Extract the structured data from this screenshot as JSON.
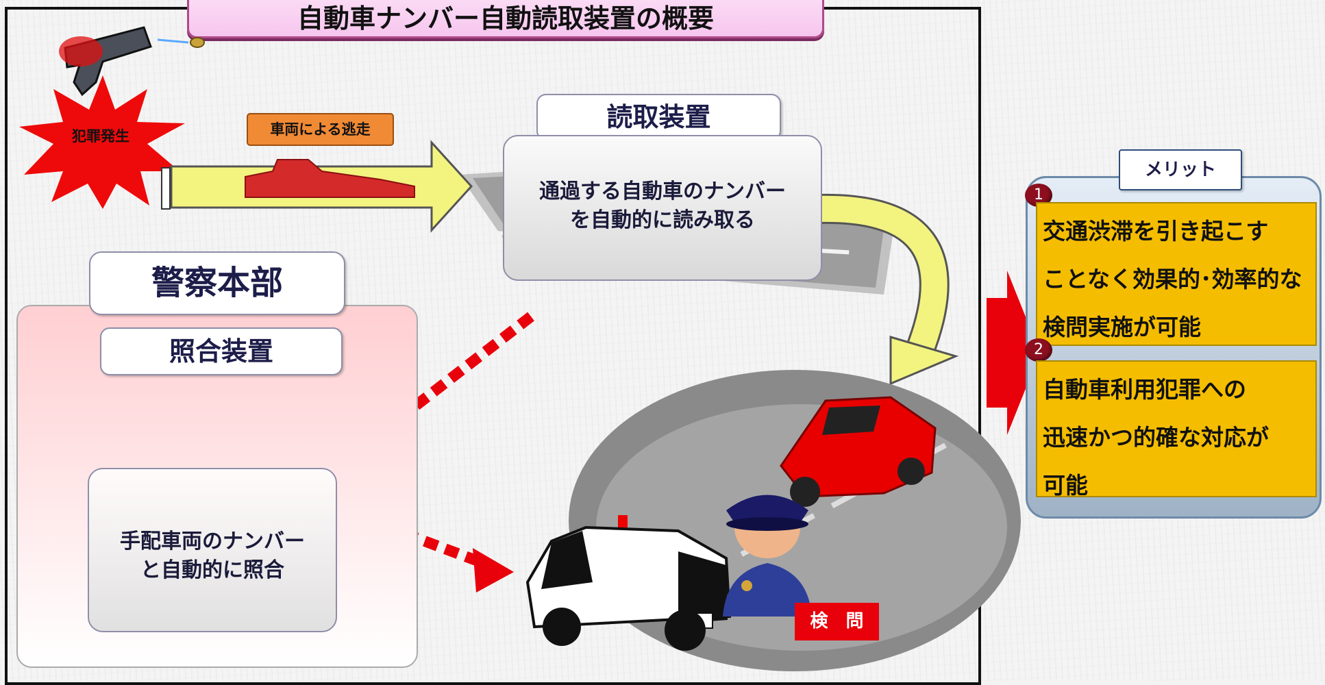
{
  "title": "自動車ナンバー自動読取装置の概要",
  "crime": {
    "label": "犯罪発生",
    "escape_label": "車両による逃走"
  },
  "reader": {
    "title": "読取装置",
    "desc_line1": "通過する自動車のナンバー",
    "desc_line2": "を自動的に読み取る"
  },
  "hq": {
    "title": "警察本部",
    "matcher_title": "照合装置",
    "desc_line1": "手配車両のナンバー",
    "desc_line2": "と自動的に照合"
  },
  "inspection": {
    "label": "検　問"
  },
  "merit": {
    "title": "メリット",
    "items": [
      {
        "number": "1",
        "lines": [
          "交通渋滞を引き起こす",
          "ことなく効果的･効率的な",
          "検問実施が可能"
        ]
      },
      {
        "number": "2",
        "lines": [
          "自動車利用犯罪への",
          "迅速かつ的確な対応が",
          "可能"
        ]
      }
    ]
  },
  "colors": {
    "accent_red": "#e8000b",
    "merit_yellow": "#f5bd00",
    "arrow_yellow": "#f3f380"
  }
}
